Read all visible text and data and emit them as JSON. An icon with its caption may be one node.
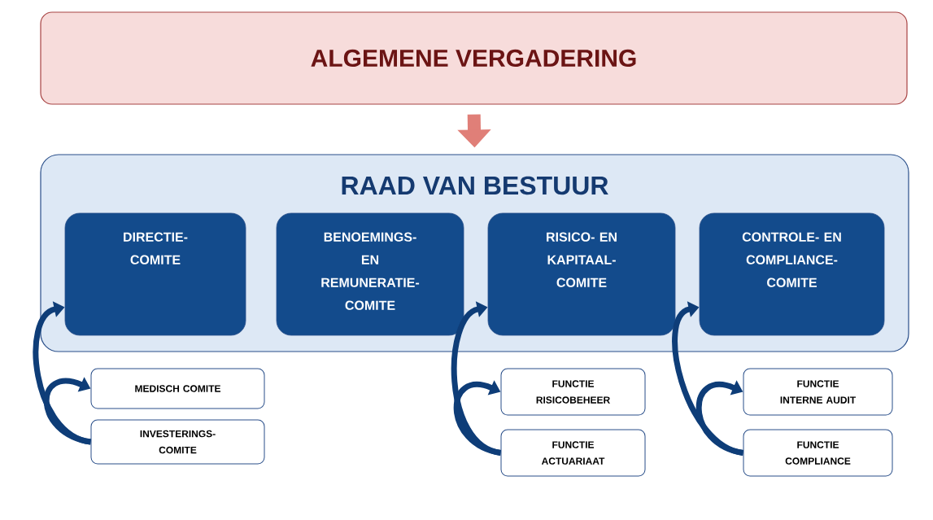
{
  "diagram": {
    "nodes": [
      {
        "text": [
          "ALGEMENE VERGADERING"
        ]
      },
      {
        "text": [
          "RAAD VAN BESTUUR"
        ]
      },
      {
        "text": [
          "DIRECTIE- COMITE"
        ],
        "in": 1
      },
      {
        "text": [
          "BENOEMINGS- EN REMUNERATIE- COMITE"
        ],
        "in": 1
      },
      {
        "text": [
          "RISICO- EN KAPITAAL- COMITE"
        ],
        "in": 1
      },
      {
        "text": [
          "CONTROLE- EN COMPLIANCE- COMITE"
        ],
        "in": 1
      },
      {
        "text": [
          "MEDISCH COMITE"
        ]
      },
      {
        "text": [
          "INVESTERINGS- COMITE"
        ]
      },
      {
        "text": [
          "FUNCTIE RISICOBEHEER"
        ]
      },
      {
        "text": [
          "FUNCTIE ACTUARIAAT"
        ]
      },
      {
        "text": [
          "FUNCTIE INTERNE AUDIT"
        ]
      },
      {
        "text": [
          "FUNCTIE COMPLIANCE"
        ]
      }
    ],
    "edges": [
      {
        "from": 0,
        "to": 1,
        "arrow": "to",
        "style": "thick",
        "color": "#e07f78"
      },
      {
        "from": 7,
        "to": 2,
        "arrow": "to"
      },
      {
        "from": 7,
        "to": 6,
        "arrow": "to"
      },
      {
        "from": 9,
        "to": 4,
        "arrow": "to"
      },
      {
        "from": 9,
        "to": 8,
        "arrow": "to"
      },
      {
        "from": 11,
        "to": 5,
        "arrow": "to"
      },
      {
        "from": 11,
        "to": 10,
        "arrow": "to"
      }
    ]
  }
}
